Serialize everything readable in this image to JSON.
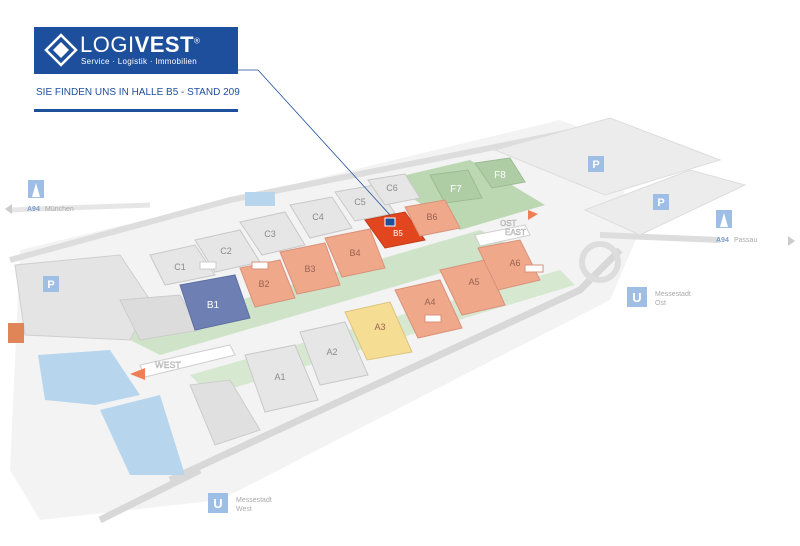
{
  "brand": {
    "name_light": "LOGI",
    "name_bold": "VEST",
    "registered": "®",
    "tagline": "Service · Logistik · Immobilien"
  },
  "headline": "SIE FINDEN UNS IN HALLE B5 - STAND 209",
  "halls": {
    "A1": "A1",
    "A2": "A2",
    "A3": "A3",
    "A4": "A4",
    "A5": "A5",
    "A6": "A6",
    "B1": "B1",
    "B2": "B2",
    "B3": "B3",
    "B4": "B4",
    "B5": "B5",
    "B6": "B6",
    "C1": "C1",
    "C2": "C2",
    "C3": "C3",
    "C4": "C4",
    "C5": "C5",
    "C6": "C6",
    "F7": "F7",
    "F8": "F8"
  },
  "entrances": {
    "west": "WEST",
    "ost": "OST",
    "east": "EAST"
  },
  "parking": "P",
  "ubahn": "U",
  "stations": {
    "ost_line1": "Messestadt",
    "ost_line2": "Ost",
    "west_line1": "Messestadt",
    "west_line2": "West"
  },
  "highways": {
    "muenchen_road": "A94",
    "muenchen_city": "München",
    "passau_road": "A94",
    "passau_city": "Passau"
  },
  "colors": {
    "brand_blue": "#1d4f9c",
    "stand_hall": "#e2461f",
    "salmon_hall": "#f0a88b",
    "yellow_hall": "#f6dd94",
    "b1_hall": "#6e7fb3",
    "grey_hall": "#e6e6e6",
    "green_area": "#bcd8b3",
    "water": "#b7d6ee",
    "sign_blue": "#9fbee6"
  }
}
